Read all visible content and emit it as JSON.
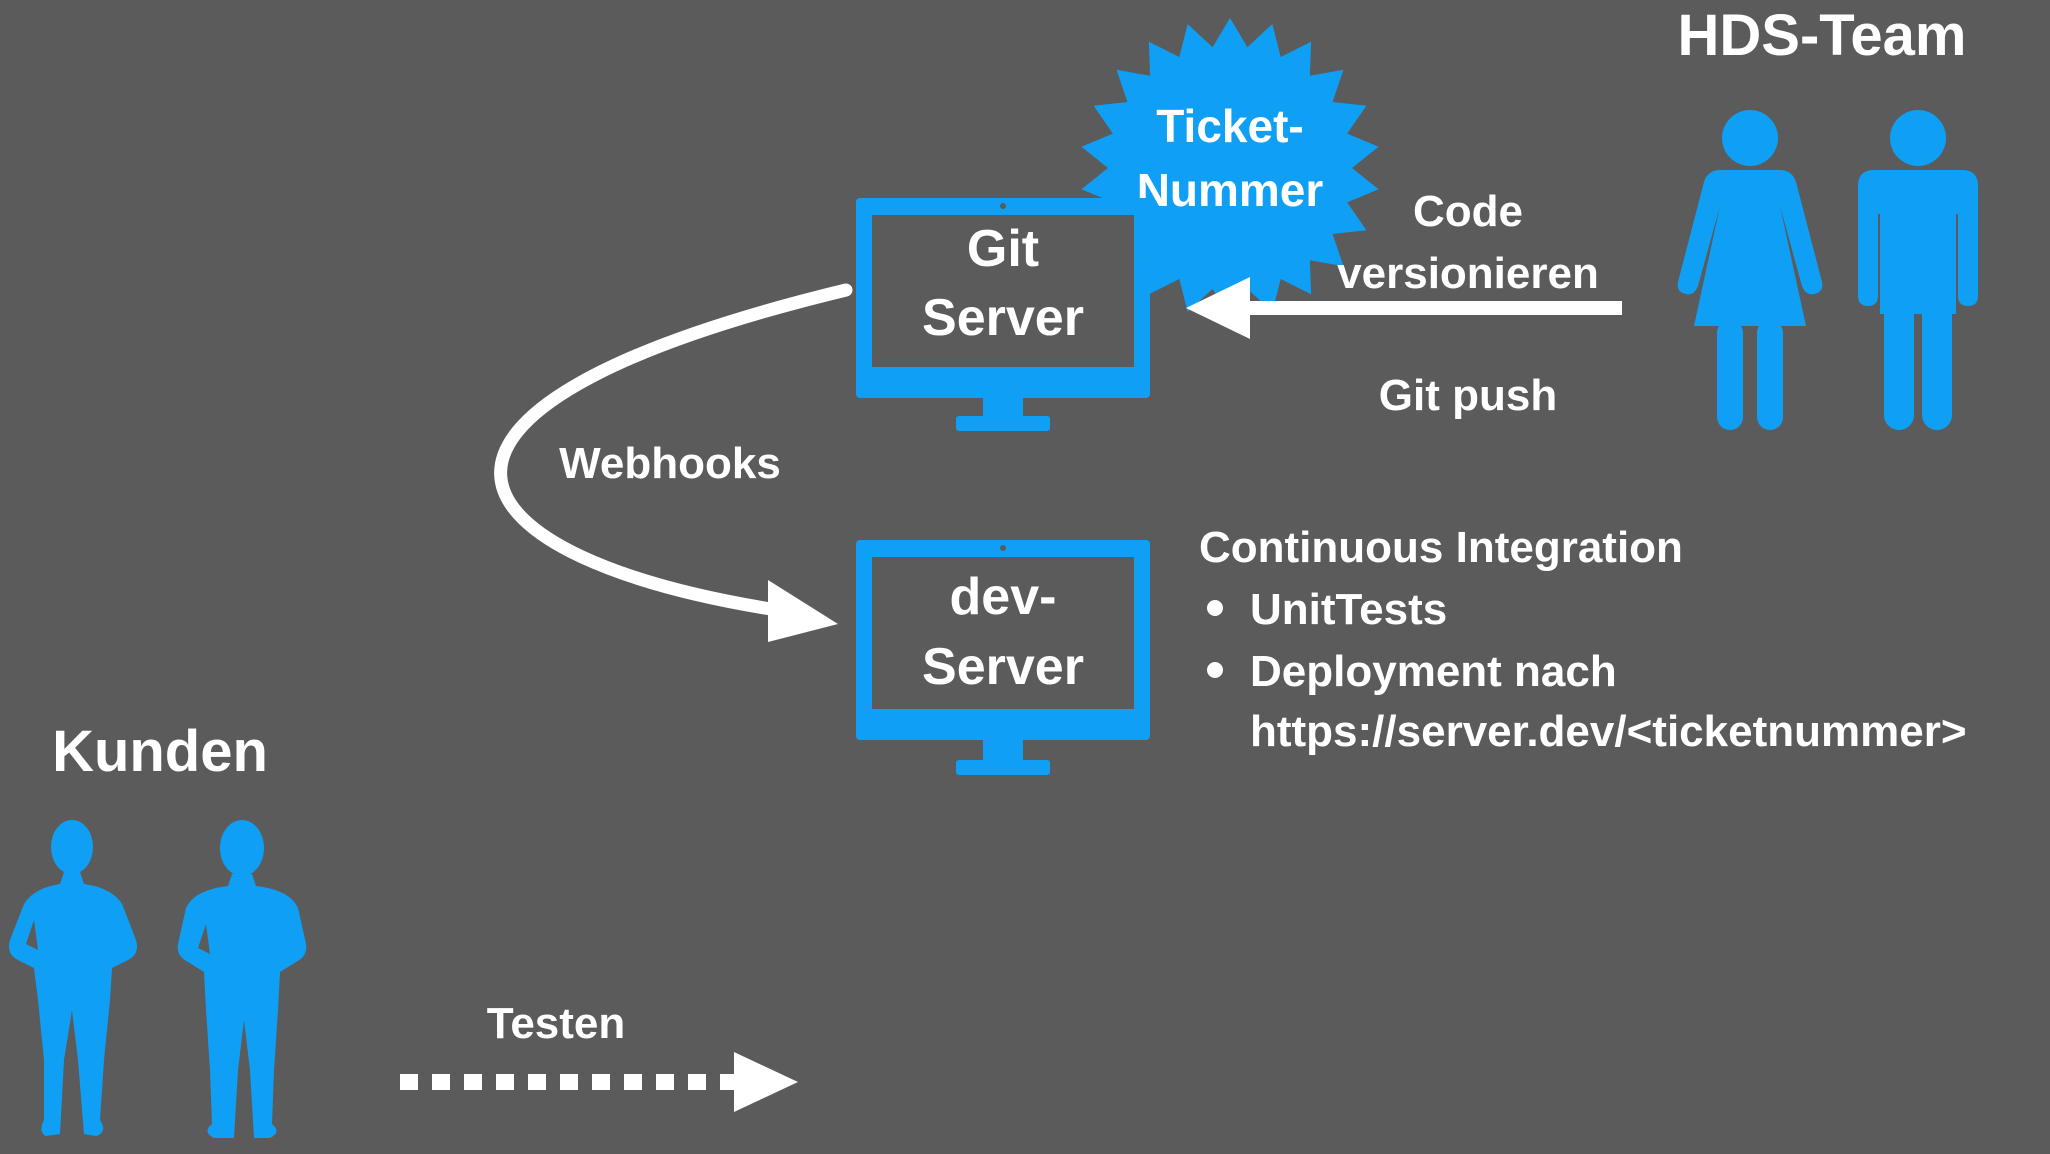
{
  "colors": {
    "background": "#5b5b5b",
    "accent": "#0fa0f5",
    "text": "#ffffff"
  },
  "team": {
    "title": "HDS-Team",
    "icon": "team-people-icon"
  },
  "customers": {
    "title": "Kunden",
    "icon": "customer-people-icon"
  },
  "ticket_badge": {
    "line1": "Ticket-",
    "line2": "Nummer"
  },
  "git_server": {
    "line1": "Git",
    "line2": "Server",
    "icon": "monitor-icon"
  },
  "dev_server": {
    "line1": "dev-",
    "line2": "Server",
    "icon": "monitor-icon"
  },
  "push_arrow": {
    "label_line1": "Code",
    "label_line2": "versionieren",
    "label_below": "Git push"
  },
  "webhook_arrow": {
    "label": "Webhooks"
  },
  "testing_arrow": {
    "label": "Testen"
  },
  "ci": {
    "title": "Continuous Integration",
    "bullets": [
      "UnitTests",
      "Deployment nach"
    ],
    "url": "https://server.dev/<ticketnummer>"
  }
}
